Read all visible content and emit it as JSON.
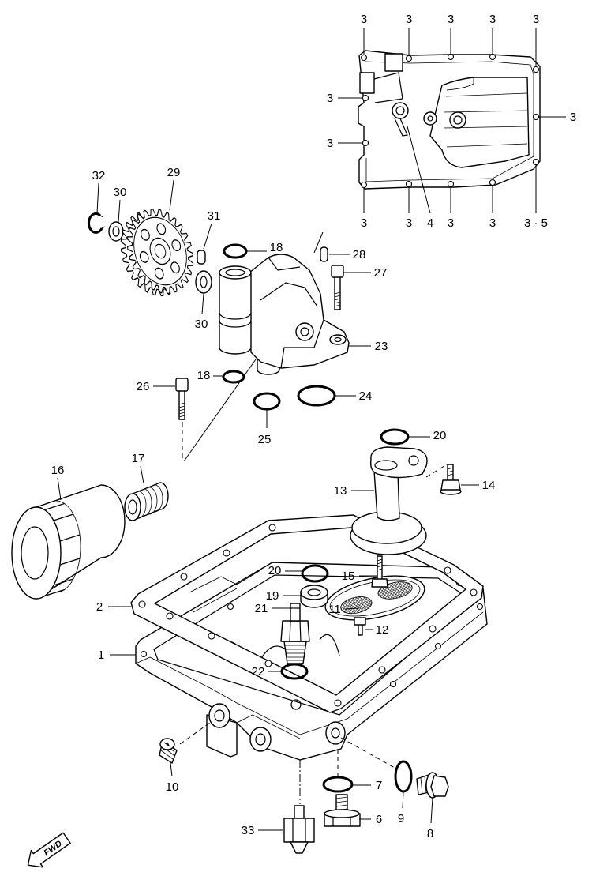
{
  "fwd_label": "FWD",
  "inset_callouts": [
    "3",
    "3",
    "3",
    "3",
    "3",
    "3",
    "3",
    "3",
    "3",
    "3",
    "4",
    "3",
    "3",
    "3 · 5"
  ],
  "callouts": [
    "32",
    "30",
    "29",
    "31",
    "30",
    "18",
    "28",
    "27",
    "23",
    "18",
    "26",
    "24",
    "25",
    "20",
    "17",
    "16",
    "13",
    "14",
    "20",
    "15",
    "19",
    "2",
    "21",
    "11",
    "12",
    "1",
    "22",
    "10",
    "7",
    "9",
    "6",
    "8",
    "33"
  ]
}
